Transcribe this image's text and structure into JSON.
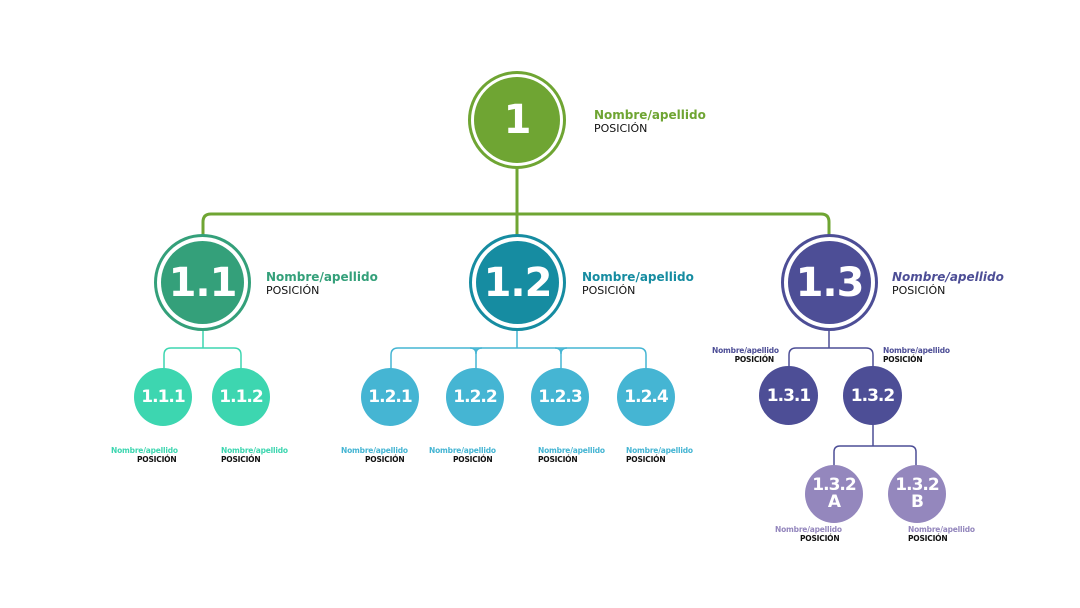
{
  "colors": {
    "root": "#6fa533",
    "branch1": "#34a07a",
    "branch1_light": "#3dd6b0",
    "branch2": "#168ca1",
    "branch2_light": "#45b5d3",
    "branch3": "#4d4e96",
    "branch3_light": "#9487bd"
  },
  "nodes": {
    "n1": {
      "label": "1",
      "name": "Nombre/apellido",
      "position": "POSICIÓN"
    },
    "n11": {
      "label": "1.1",
      "name": "Nombre/apellido",
      "position": "POSICIÓN"
    },
    "n12": {
      "label": "1.2",
      "name": "Nombre/apellido",
      "position": "POSICIÓN"
    },
    "n13": {
      "label": "1.3",
      "name": "Nombre/apellido",
      "position": "POSICIÓN"
    },
    "n111": {
      "label": "1.1.1",
      "name": "Nombre/apellido",
      "position": "POSICIÓN"
    },
    "n112": {
      "label": "1.1.2",
      "name": "Nombre/apellido",
      "position": "POSICIÓN"
    },
    "n121": {
      "label": "1.2.1",
      "name": "Nombre/apellido",
      "position": "POSICIÓN"
    },
    "n122": {
      "label": "1.2.2",
      "name": "Nombre/apellido",
      "position": "POSICIÓN"
    },
    "n123": {
      "label": "1.2.3",
      "name": "Nombre/apellido",
      "position": "POSICIÓN"
    },
    "n124": {
      "label": "1.2.4",
      "name": "Nombre/apellido",
      "position": "POSICIÓN"
    },
    "n131": {
      "label": "1.3.1",
      "name": "Nombre/apellido",
      "position": "POSICIÓN"
    },
    "n132": {
      "label": "1.3.2",
      "name": "Nombre/apellido",
      "position": "POSICIÓN"
    },
    "n132a": {
      "label_line1": "1.3.2",
      "label_line2": "A",
      "name": "Nombre/apellido",
      "position": "POSICIÓN"
    },
    "n132b": {
      "label_line1": "1.3.2",
      "label_line2": "B",
      "name": "Nombre/apellido",
      "position": "POSICIÓN"
    }
  }
}
